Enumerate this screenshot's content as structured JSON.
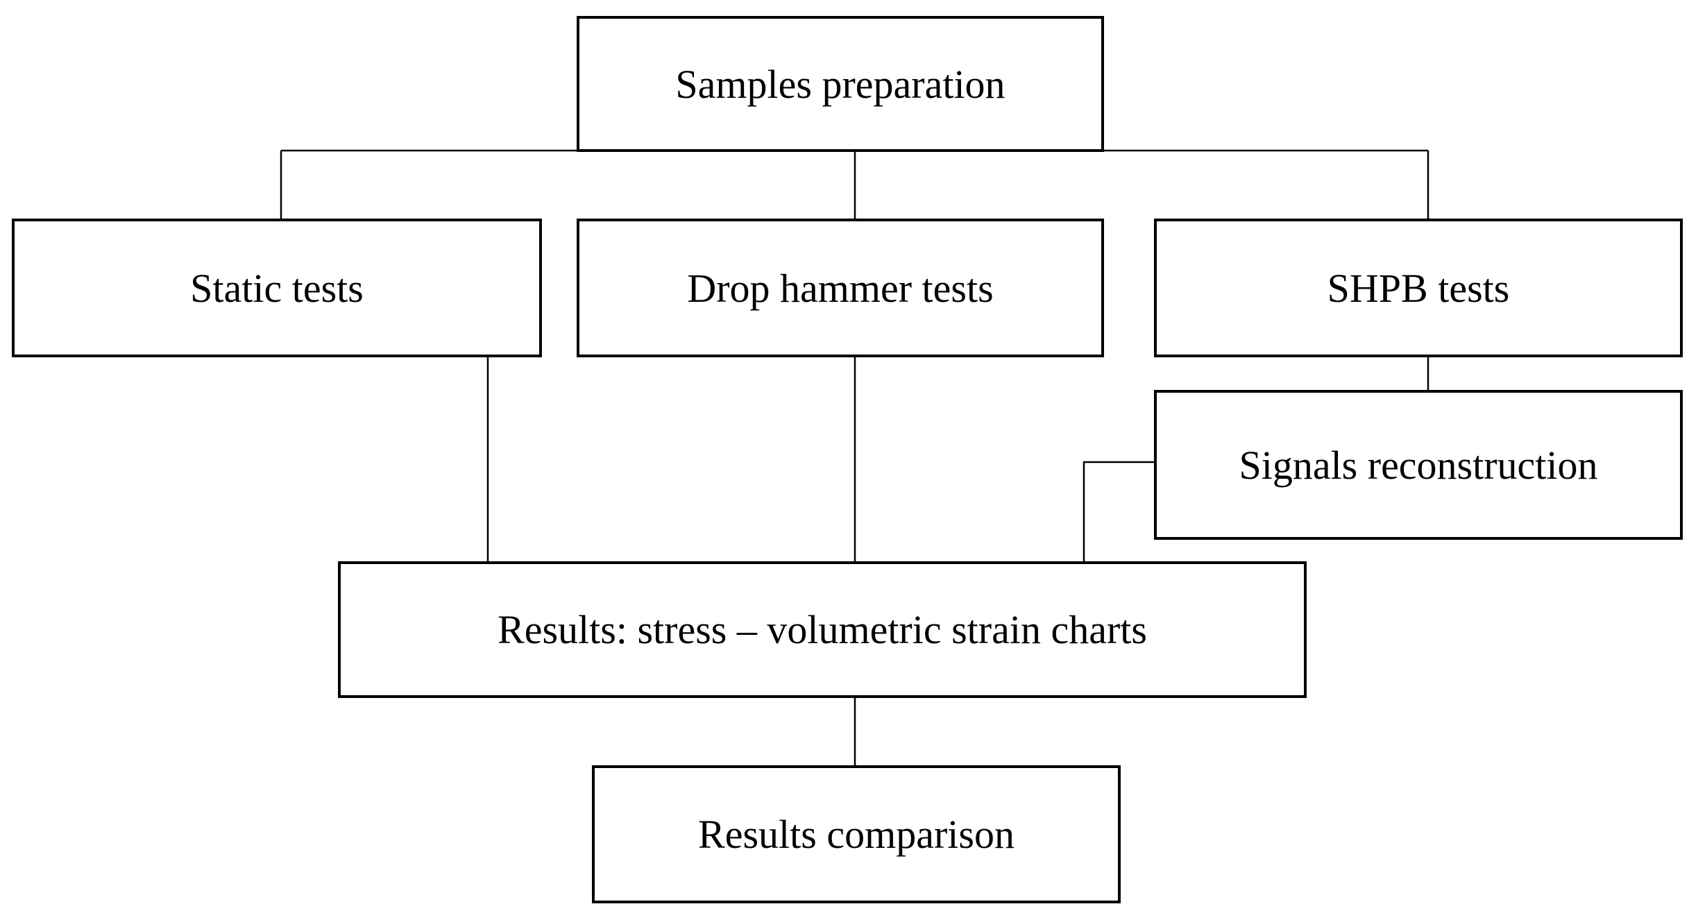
{
  "diagram": {
    "nodes": {
      "samples_preparation": "Samples preparation",
      "static_tests": "Static tests",
      "drop_hammer_tests": "Drop hammer tests",
      "shpb_tests": "SHPB tests",
      "signals_reconstruction": "Signals reconstruction",
      "results_charts": "Results: stress – volumetric strain charts",
      "results_comparison": "Results comparison"
    },
    "edges": [
      [
        "samples_preparation",
        "static_tests"
      ],
      [
        "samples_preparation",
        "drop_hammer_tests"
      ],
      [
        "samples_preparation",
        "shpb_tests"
      ],
      [
        "shpb_tests",
        "signals_reconstruction"
      ],
      [
        "static_tests",
        "results_charts"
      ],
      [
        "drop_hammer_tests",
        "results_charts"
      ],
      [
        "signals_reconstruction",
        "results_charts"
      ],
      [
        "results_charts",
        "results_comparison"
      ]
    ],
    "colors": {
      "line": "#000000",
      "background": "#ffffff"
    }
  }
}
